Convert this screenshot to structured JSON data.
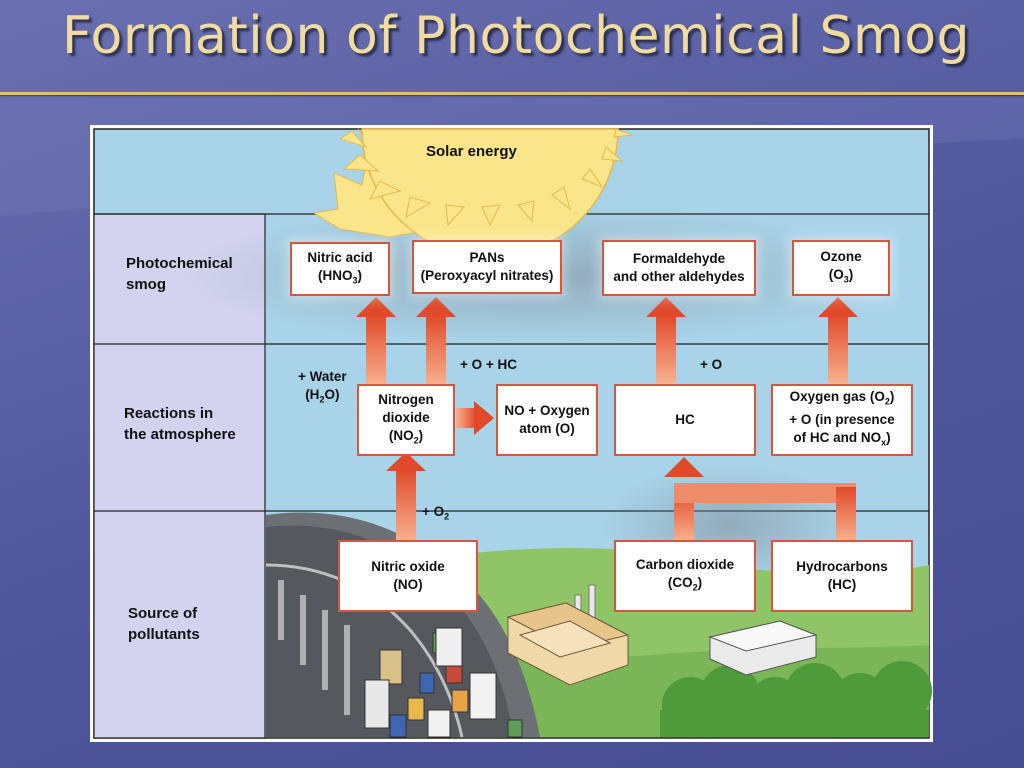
{
  "slide": {
    "title": "Formation of Photochemical Smog"
  },
  "diagram": {
    "sun_label": "Solar energy",
    "rows": {
      "smog": "Photochemical\nsmog",
      "reactions": "Reactions in\nthe atmosphere",
      "sources": "Source of\npollutants"
    },
    "boxes": {
      "nitric_acid": {
        "line1": "Nitric acid",
        "line2_pre": "(HNO",
        "line2_sub": "3",
        "line2_post": ")"
      },
      "pans": {
        "line1": "PANs",
        "line2": "(Peroxyacyl nitrates)"
      },
      "formaldehyde": {
        "line1": "Formaldehyde",
        "line2": "and other aldehydes"
      },
      "ozone": {
        "line1": "Ozone",
        "line2_pre": "(O",
        "line2_sub": "3",
        "line2_post": ")"
      },
      "nitrogen_dioxide": {
        "line1": "Nitrogen",
        "line2": "dioxide",
        "line3_pre": "(NO",
        "line3_sub": "2",
        "line3_post": ")"
      },
      "no_oxygen": {
        "line1": "NO + Oxygen",
        "line2": "atom (O)"
      },
      "hc": {
        "line1": "HC"
      },
      "oxygen_gas": {
        "line1_pre": "Oxygen gas (O",
        "line1_sub": "2",
        "line1_post": ")",
        "line2": "+ O (in presence",
        "line3_pre": "of HC and NO",
        "line3_sub": "x",
        "line3_post": ")"
      },
      "nitric_oxide": {
        "line1": "Nitric oxide",
        "line2": "(NO)"
      },
      "carbon_dioxide": {
        "line1": "Carbon dioxide",
        "line2_pre": "(CO",
        "line2_sub": "2",
        "line2_post": ")"
      },
      "hydrocarbons": {
        "line1": "Hydrocarbons",
        "line2": "(HC)"
      }
    },
    "operators": {
      "water": {
        "line1": "+ Water",
        "line2_pre": "(H",
        "line2_sub": "2",
        "line2_post": "O)"
      },
      "o_hc": "+ O + HC",
      "o": "+ O",
      "o2_pre": "+ O",
      "o2_sub": "2"
    },
    "colors": {
      "sky": "#a9d3e9",
      "row_label_bg": "#d3d3ef",
      "box_border": "#d8553e",
      "arrow_light": "#f6a27e",
      "arrow_dark": "#e04a2a",
      "sun": "#fbe58a",
      "hill": "#8fc567",
      "road": "#55585c"
    },
    "icons": [
      "sun-icon",
      "highway-illustration",
      "factory-illustration",
      "building-illustration",
      "tree-line-illustration"
    ]
  }
}
